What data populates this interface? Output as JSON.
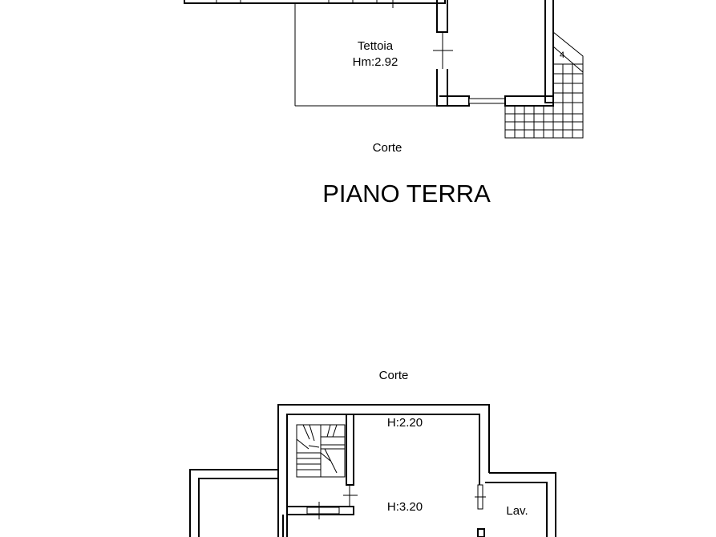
{
  "ground_floor": {
    "title": "PIANO TERRA",
    "rooms": [
      {
        "name": "Tettoia",
        "height": "Hm:2.92"
      }
    ],
    "court_label": "Corte",
    "stair_step_number": "4"
  },
  "first_floor": {
    "court_label": "Corte",
    "heights": [
      "H:2.20",
      "H:3.20"
    ],
    "room_lav": "Lav."
  }
}
